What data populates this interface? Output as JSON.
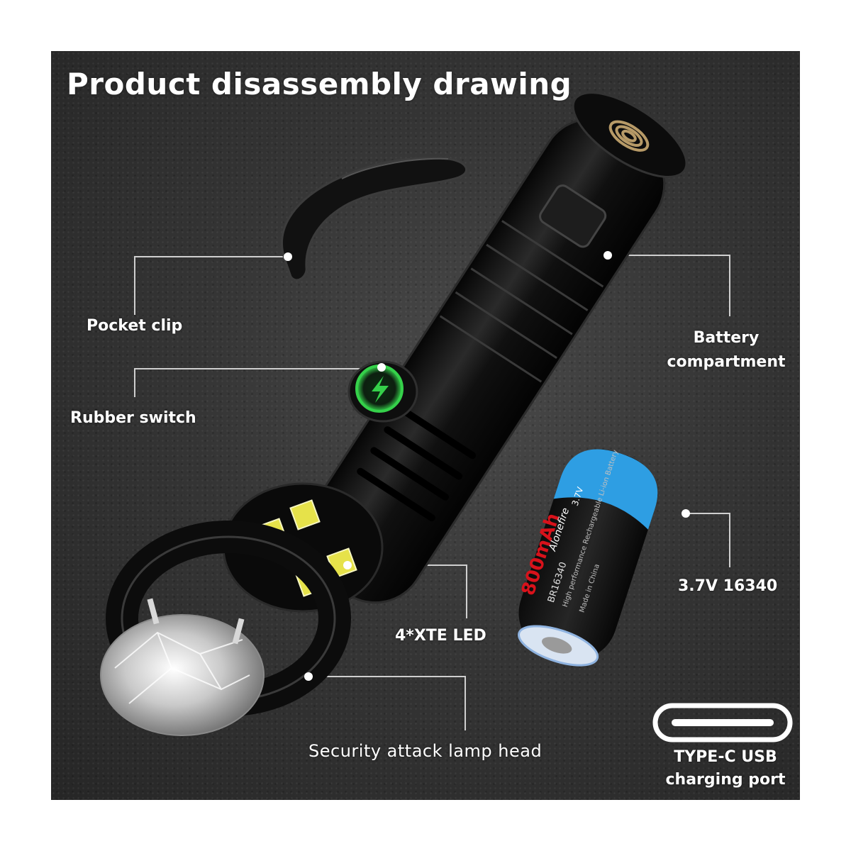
{
  "title": "Product disassembly drawing",
  "labels": {
    "pocket_clip": "Pocket clip",
    "rubber_switch": "Rubber switch",
    "battery_compartment": "Battery compartment",
    "battery_spec": "3.7V 16340",
    "led": "4*XTE LED",
    "lamp_head": "Security attack lamp head",
    "usb_port": "TYPE-C USB charging port"
  },
  "battery_print": {
    "brand": "Alonefire",
    "capacity": "800mAh",
    "voltage": "3.7V",
    "model": "BR16340",
    "type": "High performance Rechargeable Li-ion Battery",
    "origin": "Made in China"
  },
  "colors": {
    "background": "#2e2e2e",
    "body": "#141414",
    "switch_glow": "#35d14a",
    "battery_wrap_blue": "#2e9ee3",
    "battery_text_red": "#d8121b",
    "led_yellow": "#e6e24a",
    "text": "#ffffff"
  },
  "icons": [
    "lightning-icon",
    "usb-c-port-icon",
    "spring-contact-icon"
  ]
}
